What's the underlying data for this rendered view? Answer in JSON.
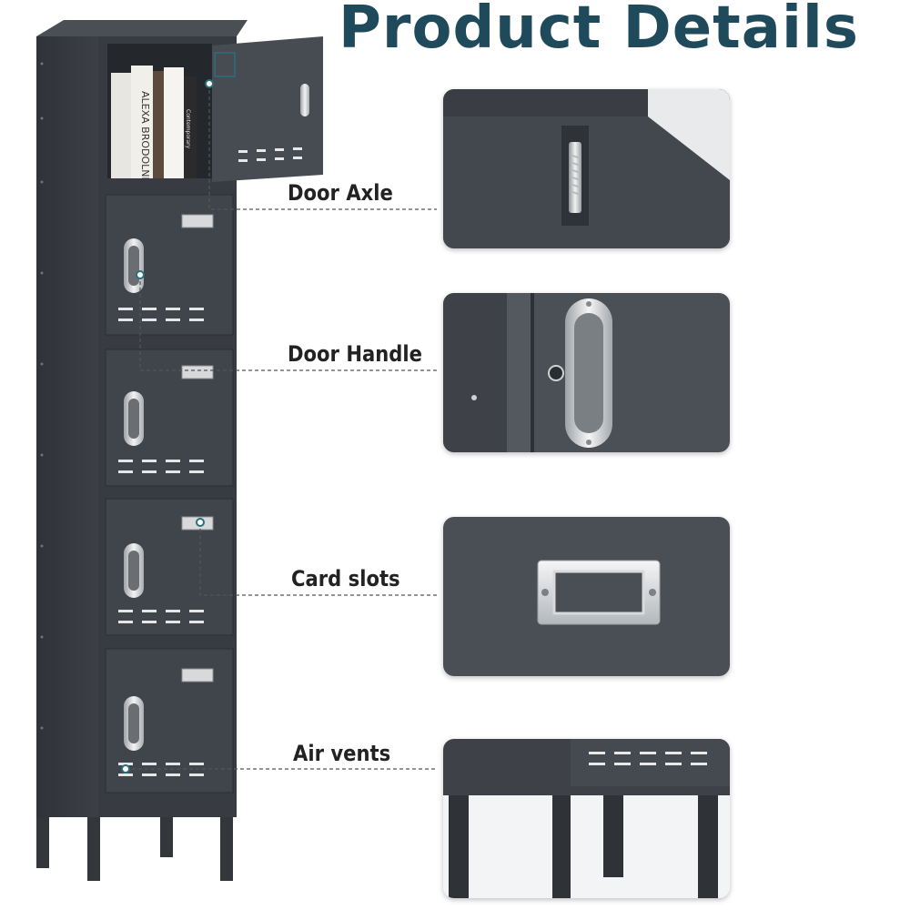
{
  "header": {
    "title": "Product Details"
  },
  "callouts": [
    {
      "label": "Door Axle"
    },
    {
      "label": "Door Handle"
    },
    {
      "label": "Card slots"
    },
    {
      "label": "Air vents"
    }
  ],
  "colors": {
    "title": "#1e4a5c",
    "locker_body": "#3d4147",
    "locker_door": "#43484e",
    "metal": "#d8dadc",
    "leader_line": "#555555",
    "dot": "#2a6f7a"
  },
  "product": {
    "locker_doors": 5,
    "top_door_open": true,
    "books_spines": [
      "ALEXA BRODOLNI",
      "Contemporary"
    ]
  }
}
